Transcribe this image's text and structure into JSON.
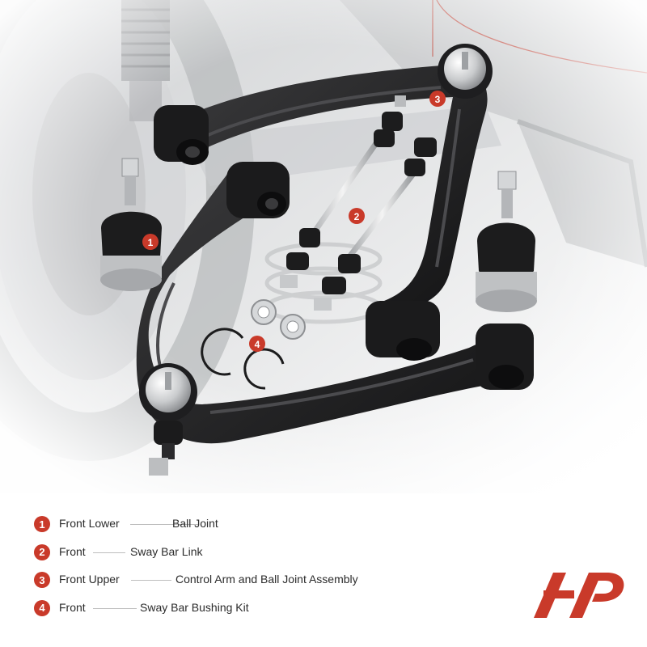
{
  "callouts": [
    "1",
    "2",
    "3",
    "4"
  ],
  "parts": [
    {
      "num": "1",
      "position": "Front Lower",
      "name": "Ball Joint"
    },
    {
      "num": "2",
      "position": "Front",
      "name": "Sway Bar Link"
    },
    {
      "num": "3",
      "position": "Front Upper",
      "name": "Control Arm and Ball Joint Assembly"
    },
    {
      "num": "4",
      "position": "Front",
      "name": "Sway Bar Bushing Kit"
    }
  ],
  "brand_color": "#c93a2a"
}
